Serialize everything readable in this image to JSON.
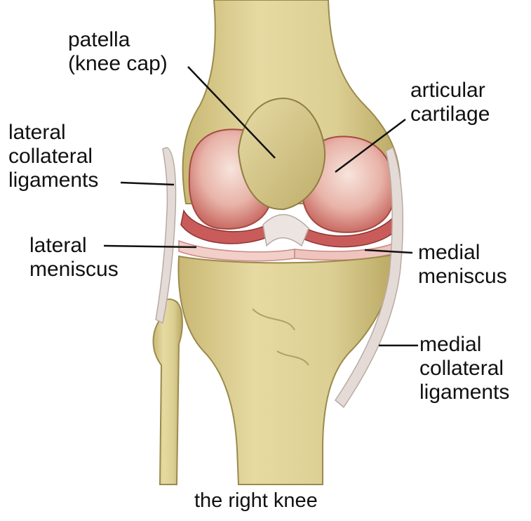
{
  "caption": "the right knee",
  "labels": {
    "patella": [
      "patella",
      "(knee cap)"
    ],
    "articular_cartilage": [
      "articular",
      "cartilage"
    ],
    "lateral_collateral": [
      "lateral",
      "collateral",
      "ligaments"
    ],
    "lateral_meniscus": [
      "lateral",
      "meniscus"
    ],
    "medial_meniscus": [
      "medial",
      "meniscus"
    ],
    "medial_collateral": [
      "medial",
      "collateral",
      "ligaments"
    ]
  },
  "colors": {
    "bone": "#d9cc8e",
    "bone_shadow": "#b8a866",
    "cartilage": "#e9b7b0",
    "cartilage_dark": "#c75a5a",
    "ligament": "#e8ddd8",
    "leader_line": "#111111"
  }
}
